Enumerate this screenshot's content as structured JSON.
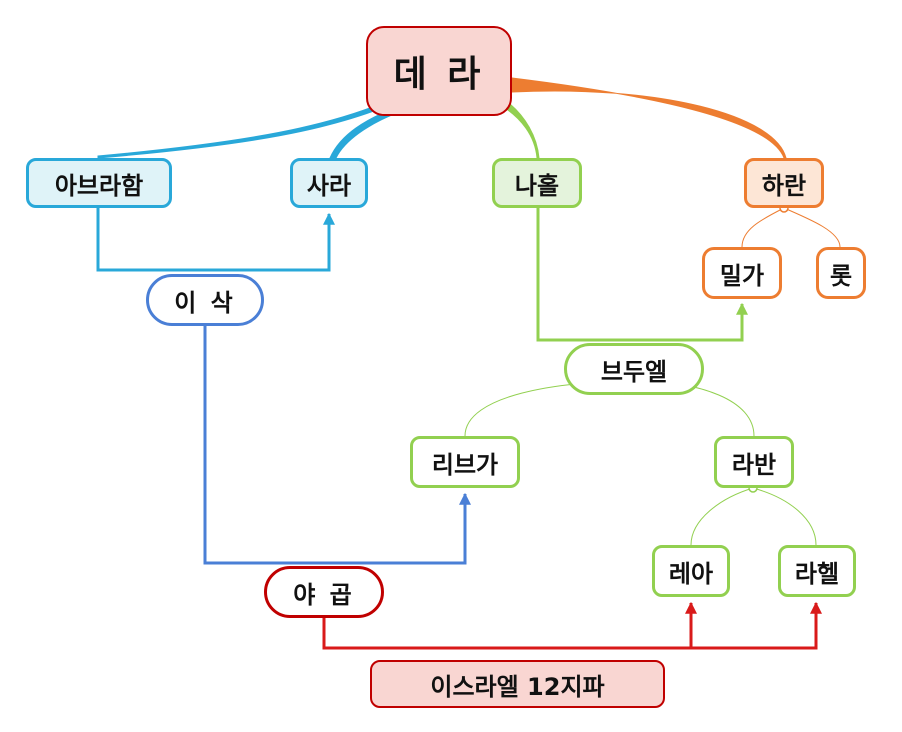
{
  "colors": {
    "blue": "#29a8d9",
    "blue_fill": "#dff3f8",
    "green": "#92d050",
    "green_fill": "#e4f3dc",
    "orange": "#ed7d31",
    "orange_fill": "#fde6d6",
    "red": "#c00000",
    "red_fill": "#f9d6d2",
    "isaac_blue": "#4a7fd6",
    "jacob_red": "#d91a1a",
    "white": "#ffffff"
  },
  "nodes": {
    "terah": {
      "label": "데 라"
    },
    "abraham": {
      "label": "아브라함"
    },
    "sarah": {
      "label": "사라"
    },
    "nahor": {
      "label": "나홀"
    },
    "haran": {
      "label": "하란"
    },
    "milcah": {
      "label": "밀가"
    },
    "lot": {
      "label": "롯"
    },
    "isaac": {
      "label": "이 삭"
    },
    "bethuel": {
      "label": "브두엘"
    },
    "rebekah": {
      "label": "리브가"
    },
    "laban": {
      "label": "라반"
    },
    "jacob": {
      "label": "야 곱"
    },
    "leah": {
      "label": "레아"
    },
    "rachel": {
      "label": "라헬"
    },
    "tribes": {
      "label": "이스라엘 12지파"
    }
  }
}
